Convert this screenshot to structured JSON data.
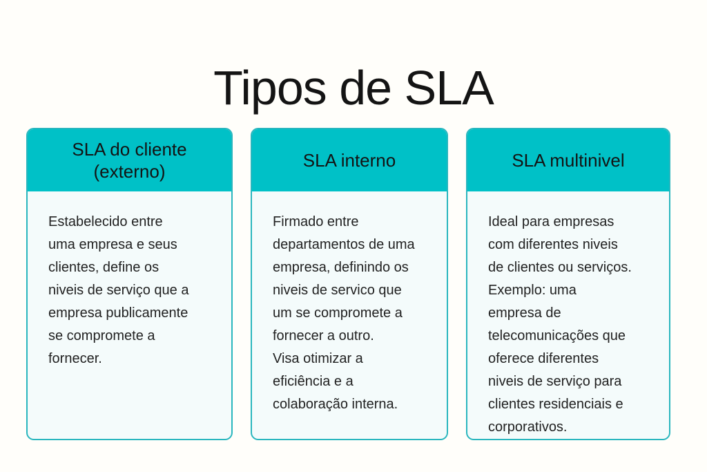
{
  "page": {
    "title": "Tipos de SLA",
    "background": "#FFFEFA"
  },
  "colors": {
    "header_bg": "#00C1C7",
    "card_border": "#29B6BE",
    "card_body_bg": "#F4FBFB",
    "title_text": "#141414",
    "body_text": "#212121"
  },
  "cards": [
    {
      "id": "sla-do-cliente-externo",
      "header": "SLA do cliente\n(externo)",
      "body": "Estabelecido entre\numa empresa e seus\nclientes, define os\nniveis de serviço que a\nempresa publicamente\nse compromete a\nfornecer."
    },
    {
      "id": "sla-interno",
      "header": "SLA interno",
      "body": "Firmado entre\ndepartamentos de uma\nempresa, definindo os\nniveis de servico que\num se compromete a\nfornecer a outro.\nVisa otimizar a\neficiência e a\ncolaboração interna."
    },
    {
      "id": "sla-multinivel",
      "header": "SLA multinivel",
      "body": "Ideal para empresas\ncom diferentes niveis\nde clientes ou serviços.\nExemplo: uma\nempresa de\ntelecomunicações que\noferece diferentes\nniveis de serviço para\nclientes residenciais e\ncorporativos."
    }
  ]
}
